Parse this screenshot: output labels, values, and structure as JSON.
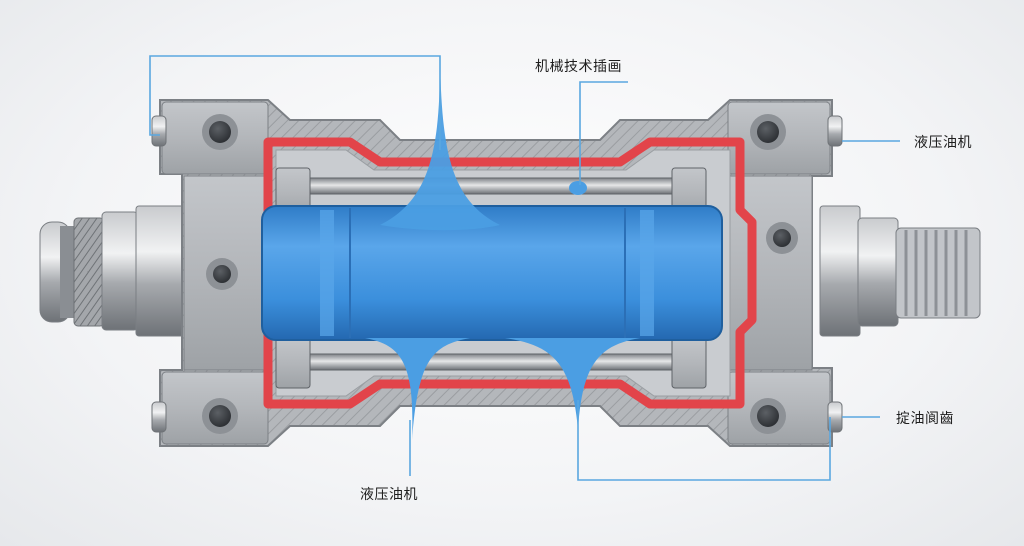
{
  "labels": {
    "top_center": "机械技术插画",
    "right_top": "液压油机",
    "right_bottom": "掟油阆齒",
    "bottom_left": "液压油机"
  },
  "colors": {
    "fluid_blue": "#3d8fd6",
    "seal_red": "#e2444a",
    "metal_gray": "#a9acb0",
    "leader_line": "#5aa7e0"
  }
}
